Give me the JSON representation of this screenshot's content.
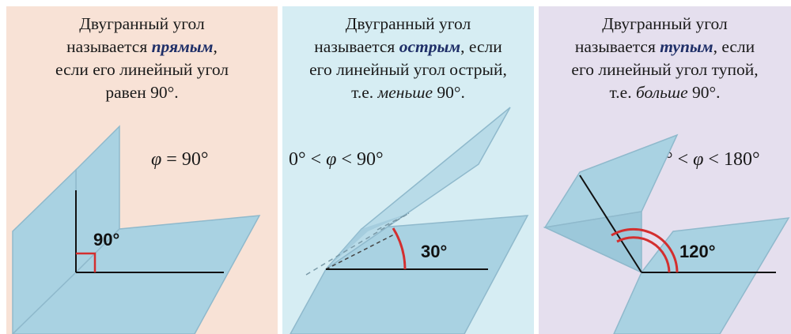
{
  "colors": {
    "panel_right": "#f8e2d6",
    "panel_acute": "#d6edf3",
    "panel_obtuse": "#e5dfee",
    "plane_fill": "#a9d2e2",
    "plane_edge": "#8fb9cc",
    "keyword": "#1f2f68",
    "angle_mark": "#d32f2f"
  },
  "panels": [
    {
      "title_line1": "Двугранный угол",
      "title_line2_prefix": "называется",
      "keyword": "прямым",
      "title_line2_suffix": ",",
      "title_line3": "если его линейный угол",
      "title_line4": "равен 90°.",
      "formula_phi": "φ",
      "formula_rest": " = 90°",
      "angle_label": "90°"
    },
    {
      "title_line1": "Двугранный угол",
      "title_line2_prefix": "называется",
      "keyword": "острым",
      "title_line2_suffix": ", если",
      "title_line3": "его линейный угол острый,",
      "title_line4_prefix": "т.е.",
      "title_line4_em": "меньше",
      "title_line4_suffix": " 90°.",
      "formula_left": "0° < ",
      "formula_phi": "φ",
      "formula_right": " < 90°",
      "angle_label": "30°"
    },
    {
      "title_line1": "Двугранный угол",
      "title_line2_prefix": "называется",
      "keyword": "тупым",
      "title_line2_suffix": ", если",
      "title_line3": "его линейный угол тупой,",
      "title_line4_prefix": "т.е.",
      "title_line4_em": "больше",
      "title_line4_suffix": " 90°.",
      "formula_left": "90° < ",
      "formula_phi": "φ",
      "formula_right": " < 180°",
      "angle_label": "120°"
    }
  ]
}
